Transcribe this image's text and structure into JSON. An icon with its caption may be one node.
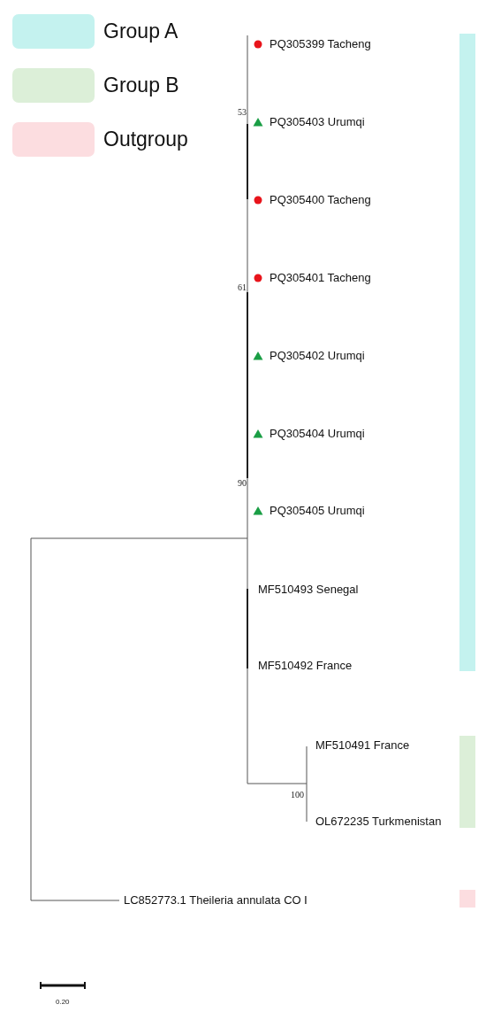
{
  "diagram": {
    "nodes": [
      {
        "text": [],
        "shape": "bar"
      },
      {
        "text": [],
        "shape": "bar"
      },
      {
        "text": [],
        "shape": "bar"
      }
    ],
    "labels": [
      "PQ305399 Tacheng",
      "53",
      "PQ305403 Urumqi",
      "PQ305400 Tacheng",
      "PQ305401 Tacheng",
      "61",
      "PQ305402 Urumqi",
      "PQ305404 Urumqi",
      "90",
      "PQ305405 Urumqi",
      "MF510493 Senegal",
      "MF510492 France",
      "MF510491 France",
      "100",
      "OL672235 Turkmenistan",
      "LC852773.1 Theileria annulata CO Ⅰ",
      "0.20"
    ],
    "legend": [
      {
        "text": "Group A",
        "color": "#c4f2ef"
      },
      {
        "text": "Group B",
        "color": "#dcefd8"
      },
      {
        "text": "Outgroup",
        "color": "#fcdde0"
      }
    ]
  }
}
